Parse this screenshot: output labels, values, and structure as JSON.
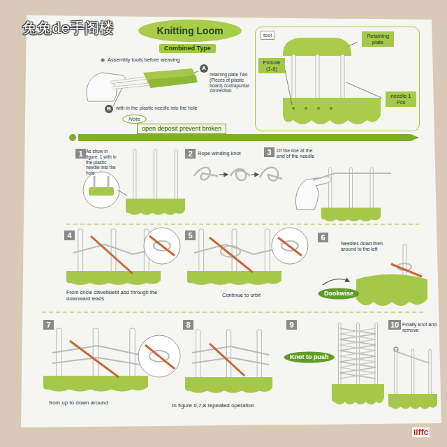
{
  "diagram": {
    "title": "Knitting Loom",
    "nodes": [
      {
        "text": [
          "Combined Type"
        ]
      },
      {
        "text": [
          "A"
        ]
      },
      {
        "text": [
          "Note"
        ]
      },
      {
        "text": [
          "open deposit prevent broken"
        ]
      },
      {
        "text": [
          "B"
        ]
      },
      {
        "text": [
          "tool"
        ]
      },
      {
        "text": [
          "Retaining plate"
        ],
        "in": 5
      },
      {
        "text": [
          "Pinhole (1-8)"
        ],
        "in": 5
      },
      {
        "text": [
          "needle 1 Pcs"
        ],
        "in": 5
      },
      {
        "text": [
          "1"
        ]
      },
      {
        "text": [
          "2"
        ]
      },
      {
        "text": [
          "3"
        ]
      },
      {
        "text": [
          "4"
        ]
      },
      {
        "text": [
          "5"
        ]
      },
      {
        "text": [
          "6"
        ]
      },
      {
        "text": [
          "Dookwise"
        ]
      },
      {
        "text": [
          "7"
        ]
      },
      {
        "text": [
          "8"
        ]
      },
      {
        "text": [
          "9"
        ]
      },
      {
        "text": [
          "Knot to push"
        ]
      },
      {
        "text": [
          "10"
        ]
      }
    ],
    "labels": [
      "兔兔de手阁楼",
      "Assembly tools before weaving",
      "retaining plate Two (Pieces of plastic board) contrapuntal connection",
      "with in the plastic needle into the hole",
      "As show in figure. 1 with in the plastic needle into the hole",
      "Rope winding knot",
      "Of the line at the end of the needle",
      "From circle cibvebuebt abd through the downward leads",
      "Continue to orbit",
      "Needles down then around to the left",
      "from up to down around",
      "In figure 6,7,8 repeated operation",
      "Finally knot and remove",
      "iiffc"
    ]
  }
}
